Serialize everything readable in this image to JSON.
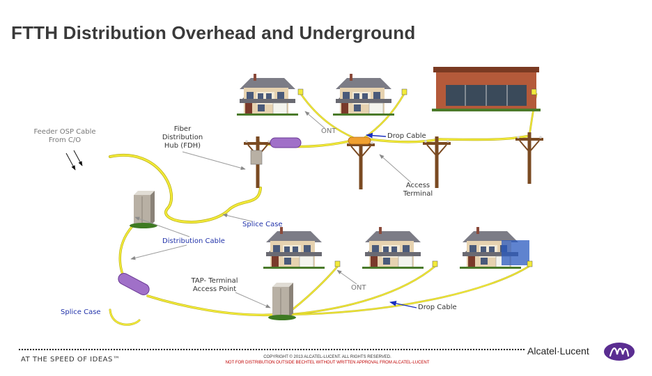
{
  "title": "FTTH Distribution Overhead and Underground",
  "labels": {
    "feeder": [
      "Feeder OSP Cable",
      "From C/O"
    ],
    "fdh": [
      "Fiber",
      "Distribution",
      "Hub (FDH)"
    ],
    "ont_top": "ONT",
    "drop_top": "Drop Cable",
    "access_terminal": [
      "Access",
      "Terminal"
    ],
    "splice_mid": "Splice Case",
    "distribution_cable": "Distribution Cable",
    "tap": [
      "TAP- Terminal",
      "Access Point"
    ],
    "ont_bottom": "ONT",
    "drop_bottom": "Drop Cable",
    "splice_bottom": "Splice Case"
  },
  "footer": {
    "tagline": "AT THE SPEED OF IDEAS™",
    "copyright": "COPYRIGHT © 2013 ALCATEL-LUCENT. ALL RIGHTS RESERVED.",
    "notice": "NOT FOR DISTRIBUTION OUTSIDE BECHTEL WITHOUT WRITTEN APPROVAL FROM ALCATEL-LUCENT",
    "logo": "Alcatel·Lucent"
  },
  "colors": {
    "cable": "#f2ea3a",
    "cable_edge": "#b8ad10",
    "splice": "#a070c8",
    "pole": "#7a4a22",
    "arrow_blue": "#1a2fbf",
    "arrow_gray": "#9a9a9a",
    "brand": "#5a2d91"
  }
}
